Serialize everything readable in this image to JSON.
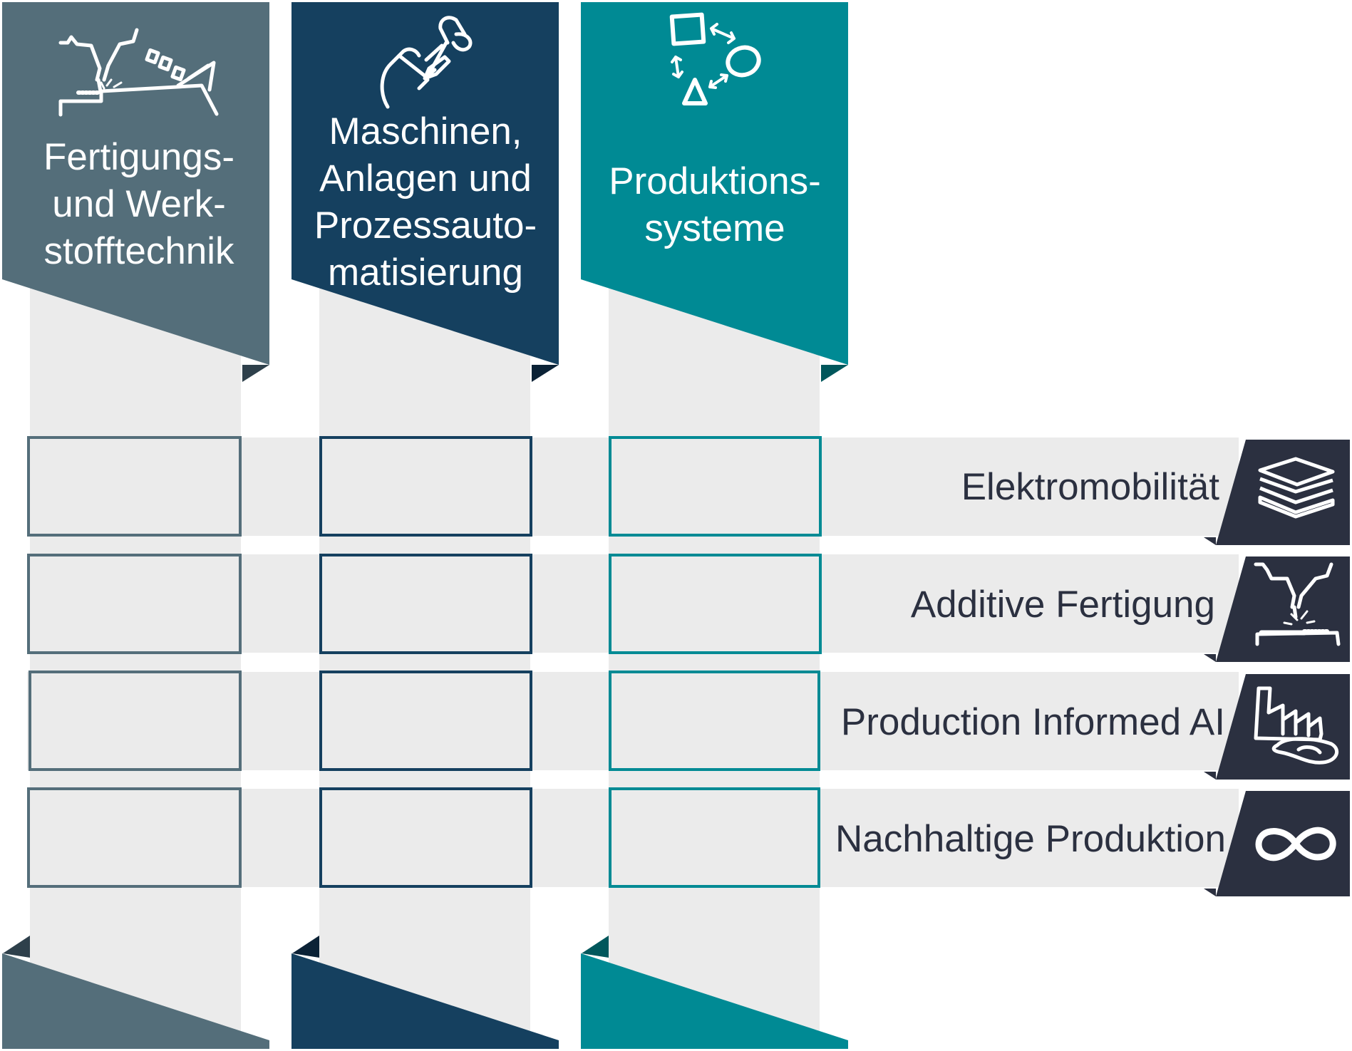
{
  "colors": {
    "col1": "#546e7a",
    "col2": "#15405f",
    "col3": "#008a94",
    "col1_dark": "#2e404b",
    "col2_dark": "#0b2236",
    "col3_dark": "#00575c",
    "band": "#ebebeb",
    "row_tab": "#2b3040",
    "row_text": "#2b3040"
  },
  "columns": [
    {
      "title": "Fertigungs-\nund Werk-\nstofftechnik",
      "icon": "laser-welding-icon"
    },
    {
      "title": "Maschinen,\nAnlagen und\nProzessauto-\nmatisierung",
      "icon": "robot-arm-icon"
    },
    {
      "title": "Produktions-\nsysteme",
      "icon": "shapes-arrows-icon"
    }
  ],
  "rows": [
    {
      "label": "Elektromobilität",
      "icon": "battery-layers-icon"
    },
    {
      "label": "Additive Fertigung",
      "icon": "additive-nozzle-icon"
    },
    {
      "label": "Production Informed AI",
      "icon": "factory-brain-icon"
    },
    {
      "label": "Nachhaltige Produktion",
      "icon": "infinity-icon"
    }
  ]
}
